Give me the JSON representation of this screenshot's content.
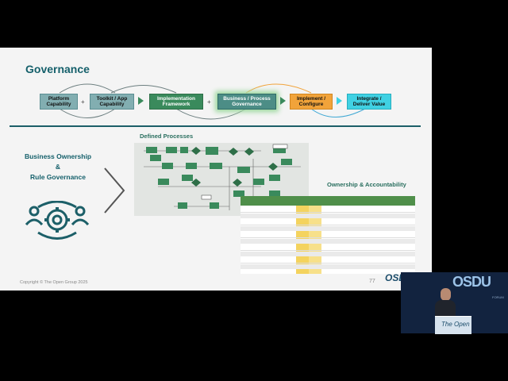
{
  "slide": {
    "title": "Governance",
    "flow": [
      {
        "label": "Platform Capability",
        "style": "teal"
      },
      {
        "label": "Toolkit / App Capability",
        "style": "teal"
      },
      {
        "label": "Implementation Framework",
        "style": "green"
      },
      {
        "label": "Business / Process Governance",
        "style": "highlight"
      },
      {
        "label": "Implement / Configure",
        "style": "orange"
      },
      {
        "label": "Integrate / Deliver Value",
        "style": "cyan"
      }
    ],
    "plus_sign": "+",
    "left_title": [
      "Business Ownership",
      "&",
      "Rule Governance"
    ],
    "defined_processes": "Defined Processes",
    "ownership": "Ownership & Accountability",
    "footer": "Copyright © The Open Group 2025",
    "page_number": "77",
    "brand": "OSDU",
    "colors": {
      "accent": "#15606b",
      "green": "#3a8a5c",
      "orange": "#f1a33a",
      "cyan": "#40d1e3",
      "table_header": "#4f8f4a",
      "table_yellow": "#f4d35e"
    }
  },
  "video": {
    "brand": "OSDU",
    "subtitle": "FORUM",
    "podium_logo": "The Open"
  }
}
